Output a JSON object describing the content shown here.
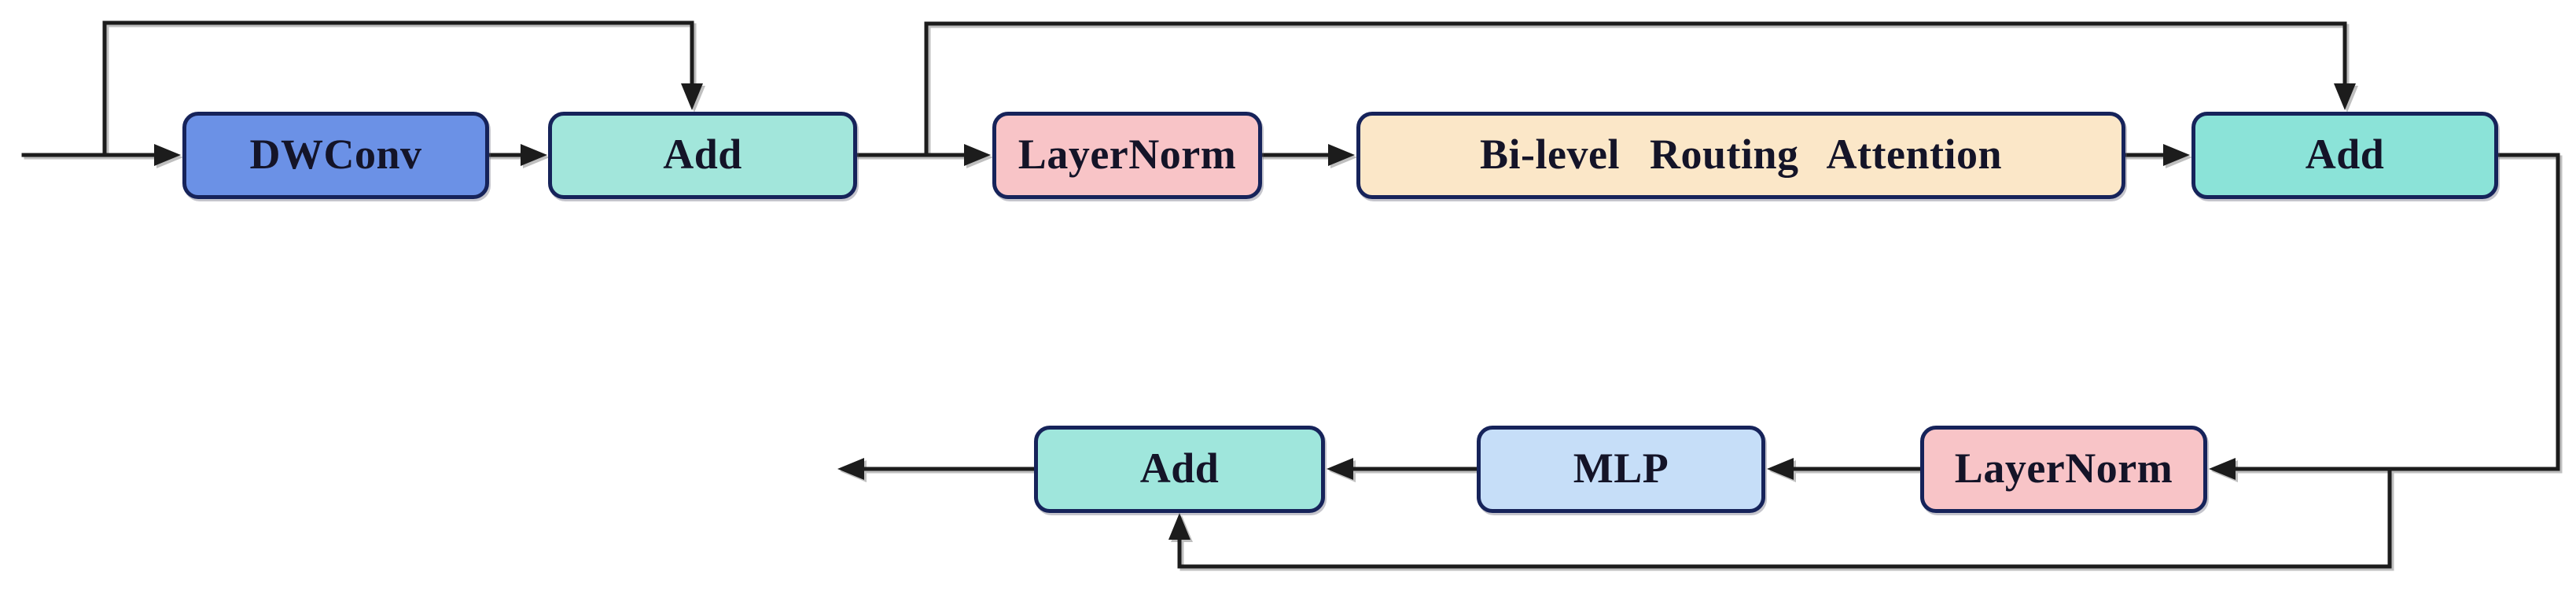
{
  "diagram": {
    "background_color": "#ffffff",
    "border_color": "#16235a",
    "line_color": "#1a1a1a",
    "text_color": "#141428",
    "nodes": [
      {
        "id": "dwconv",
        "label": "DWConv",
        "fill": "#6b91e6",
        "row": "top"
      },
      {
        "id": "add-1",
        "label": "Add",
        "fill": "#a2e6db",
        "row": "top"
      },
      {
        "id": "layernorm-1",
        "label": "LayerNorm",
        "fill": "#f8c4c7",
        "row": "top"
      },
      {
        "id": "bi-level-routing-attention",
        "label": "Bi-level Routing Attention",
        "fill": "#fbe7c8",
        "row": "top"
      },
      {
        "id": "add-2",
        "label": "Add",
        "fill": "#8be3d8",
        "row": "top"
      },
      {
        "id": "layernorm-2",
        "label": "LayerNorm",
        "fill": "#f8c4c7",
        "row": "bottom"
      },
      {
        "id": "mlp",
        "label": "MLP",
        "fill": "#c6def8",
        "row": "bottom"
      },
      {
        "id": "add-3",
        "label": "Add",
        "fill": "#9fe6dc",
        "row": "bottom"
      }
    ],
    "edges": [
      {
        "from": "input",
        "to": "dwconv"
      },
      {
        "from": "input",
        "to": "add-1",
        "type": "residual-skip"
      },
      {
        "from": "dwconv",
        "to": "add-1"
      },
      {
        "from": "add-1",
        "to": "layernorm-1"
      },
      {
        "from": "add-1",
        "to": "add-2",
        "type": "residual-skip"
      },
      {
        "from": "layernorm-1",
        "to": "bi-level-routing-attention"
      },
      {
        "from": "bi-level-routing-attention",
        "to": "add-2"
      },
      {
        "from": "add-2",
        "to": "layernorm-2"
      },
      {
        "from": "add-2",
        "to": "add-3",
        "type": "residual-skip"
      },
      {
        "from": "layernorm-2",
        "to": "mlp"
      },
      {
        "from": "mlp",
        "to": "add-3"
      },
      {
        "from": "add-3",
        "to": "output"
      }
    ]
  }
}
